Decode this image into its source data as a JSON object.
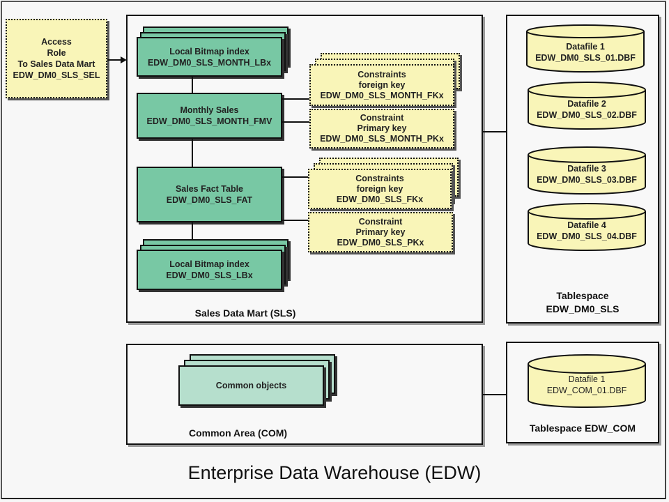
{
  "title": "Enterprise Data Warehouse (EDW)",
  "colors": {
    "table_green": "#78c8a4",
    "common_green": "#b6dfcd",
    "constraint_yellow": "#f9f5b8",
    "border": "#111111",
    "background": "#f7f7f7"
  },
  "access_role": {
    "lines": [
      "Access",
      "Role",
      "To Sales Data Mart",
      "EDW_DM0_SLS_SEL"
    ]
  },
  "sales_mart": {
    "label": "Sales Data Mart (SLS)",
    "month_index": {
      "lines": [
        "Local Bitmap index",
        "EDW_DM0_SLS_MONTH_LBx"
      ]
    },
    "monthly_sales": {
      "lines": [
        "Monthly Sales",
        "EDW_DM0_SLS_MONTH_FMV"
      ]
    },
    "month_fk": {
      "lines": [
        "Constraints",
        "foreign key",
        "EDW_DM0_SLS_MONTH_FKx"
      ]
    },
    "month_pk": {
      "lines": [
        "Constraint",
        "Primary key",
        "EDW_DM0_SLS_MONTH_PKx"
      ]
    },
    "fact_table": {
      "lines": [
        "Sales Fact Table",
        "EDW_DM0_SLS_FAT"
      ]
    },
    "fact_fk": {
      "lines": [
        "Constraints",
        "foreign key",
        "EDW_DM0_SLS_FKx"
      ]
    },
    "fact_pk": {
      "lines": [
        "Constraint",
        "Primary key",
        "EDW_DM0_SLS_PKx"
      ]
    },
    "fact_index": {
      "lines": [
        "Local Bitmap index",
        "EDW_DM0_SLS_LBx"
      ]
    }
  },
  "tablespace_sls": {
    "label_lines": [
      "Tablespace",
      "EDW_DM0_SLS"
    ],
    "datafiles": [
      {
        "name": "Datafile 1",
        "file": "EDW_DM0_SLS_01.DBF"
      },
      {
        "name": "Datafile 2",
        "file": "EDW_DM0_SLS_02.DBF"
      },
      {
        "name": "Datafile 3",
        "file": "EDW_DM0_SLS_03.DBF"
      },
      {
        "name": "Datafile 4",
        "file": "EDW_DM0_SLS_04.DBF"
      }
    ]
  },
  "common_area": {
    "label": "Common Area (COM)",
    "objects_label": "Common objects"
  },
  "tablespace_com": {
    "label": "Tablespace EDW_COM",
    "datafiles": [
      {
        "name": "Datafile 1",
        "file": "EDW_COM_01.DBF"
      }
    ]
  }
}
